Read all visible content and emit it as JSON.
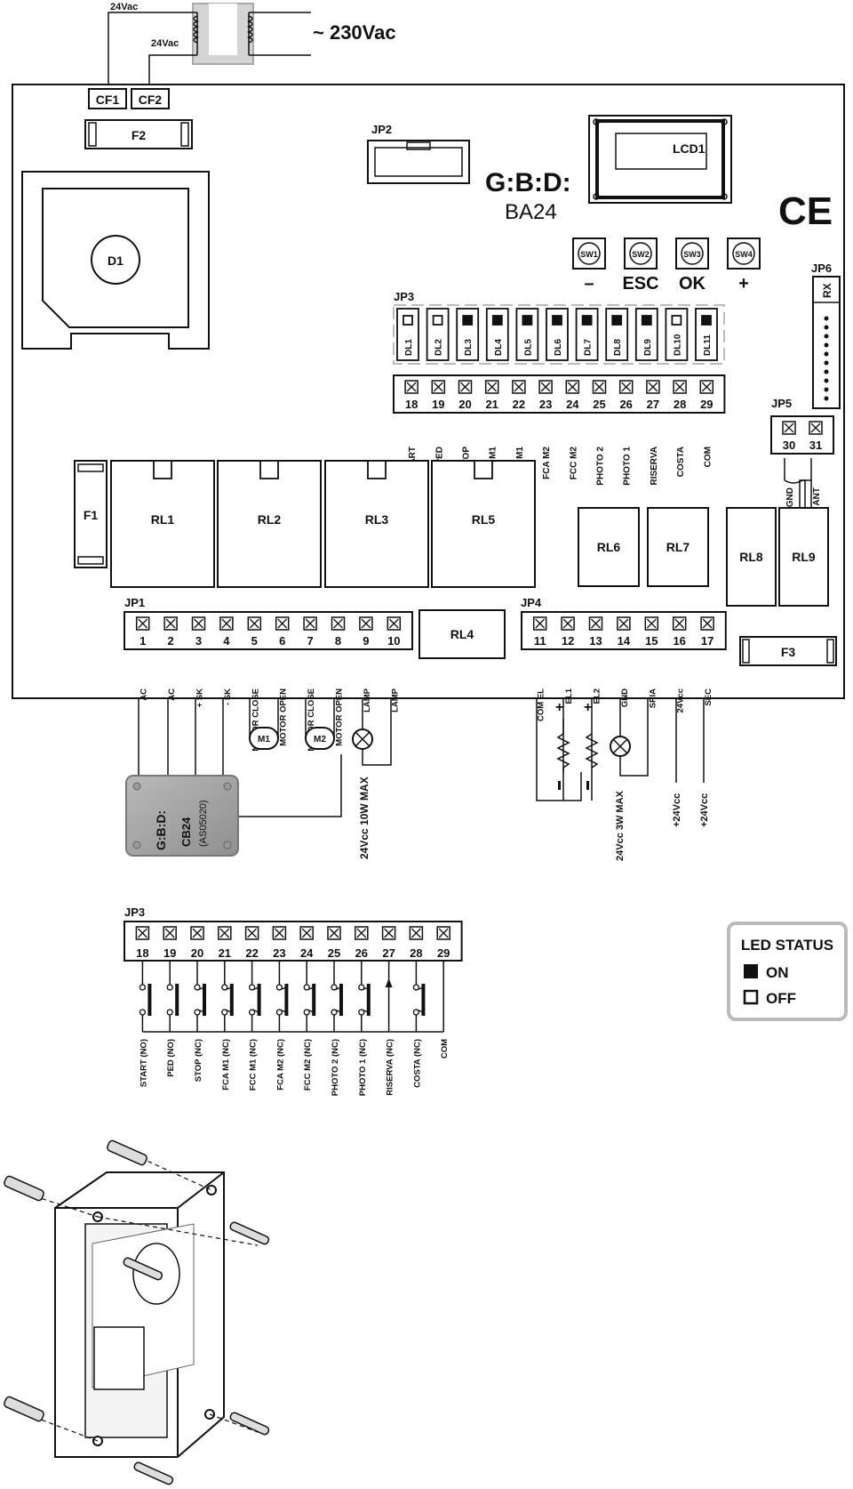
{
  "supply": {
    "label_24vac_top": "24Vac",
    "label_24vac_mid": "24Vac",
    "label_230": "~ 230Vac",
    "cf1": "CF1",
    "cf2": "CF2"
  },
  "fuses": {
    "f1": "F1",
    "f2": "F2",
    "f3": "F3"
  },
  "board": {
    "brand": "G:B:D:",
    "model": "BA24",
    "lcd": "LCD1",
    "ce": "CE",
    "d1": "D1"
  },
  "connectors": {
    "jp1": "JP1",
    "jp2": "JP2",
    "jp3": "JP3",
    "jp4": "JP4",
    "jp5": "JP5",
    "jp6": "JP6",
    "rx": "RX"
  },
  "switches": [
    {
      "id": "SW1",
      "label": "–"
    },
    {
      "id": "SW2",
      "label": "ESC"
    },
    {
      "id": "SW3",
      "label": "OK"
    },
    {
      "id": "SW4",
      "label": "+"
    }
  ],
  "leds": [
    {
      "id": "DL1",
      "on": false
    },
    {
      "id": "DL2",
      "on": false
    },
    {
      "id": "DL3",
      "on": true
    },
    {
      "id": "DL4",
      "on": true
    },
    {
      "id": "DL5",
      "on": true
    },
    {
      "id": "DL6",
      "on": true
    },
    {
      "id": "DL7",
      "on": true
    },
    {
      "id": "DL8",
      "on": true
    },
    {
      "id": "DL9",
      "on": true
    },
    {
      "id": "DL10",
      "on": false
    },
    {
      "id": "DL11",
      "on": true
    }
  ],
  "jp3_terminals": [
    {
      "num": "18",
      "label": "START"
    },
    {
      "num": "19",
      "label": "PED"
    },
    {
      "num": "20",
      "label": "STOP"
    },
    {
      "num": "21",
      "label": "FCA M1"
    },
    {
      "num": "22",
      "label": "FCC M1"
    },
    {
      "num": "23",
      "label": "FCA M2"
    },
    {
      "num": "24",
      "label": "FCC M2"
    },
    {
      "num": "25",
      "label": "PHOTO 2"
    },
    {
      "num": "26",
      "label": "PHOTO 1"
    },
    {
      "num": "27",
      "label": "RISERVA"
    },
    {
      "num": "28",
      "label": "COSTA"
    },
    {
      "num": "29",
      "label": "COM"
    }
  ],
  "jp5_terminals": [
    {
      "num": "30",
      "label": "GND"
    },
    {
      "num": "31",
      "label": "ANT"
    }
  ],
  "relays": [
    "RL1",
    "RL2",
    "RL3",
    "RL5",
    "RL6",
    "RL7",
    "RL8",
    "RL9",
    "RL4"
  ],
  "jp1_terminals": [
    {
      "num": "1",
      "label": "AC"
    },
    {
      "num": "2",
      "label": "AC"
    },
    {
      "num": "3",
      "label": "+ SK"
    },
    {
      "num": "4",
      "label": "- SK"
    },
    {
      "num": "5",
      "label": "MOTOR CLOSE"
    },
    {
      "num": "6",
      "label": "MOTOR OPEN"
    },
    {
      "num": "7",
      "label": "MOTOR CLOSE"
    },
    {
      "num": "8",
      "label": "MOTOR OPEN"
    },
    {
      "num": "9",
      "label": "LAMP"
    },
    {
      "num": "10",
      "label": "LAMP"
    }
  ],
  "jp4_terminals": [
    {
      "num": "11",
      "label": "COM EL"
    },
    {
      "num": "12",
      "label": "EL1"
    },
    {
      "num": "13",
      "label": "EL2"
    },
    {
      "num": "14",
      "label": "GND"
    },
    {
      "num": "15",
      "label": "SPIA"
    },
    {
      "num": "16",
      "label": "24Vcc"
    },
    {
      "num": "17",
      "label": "SEC"
    }
  ],
  "motors": [
    "M1",
    "M2"
  ],
  "cb24": {
    "brand": "G:B:D:",
    "name": "CB24",
    "code": "(AS05020)"
  },
  "notes": {
    "lamp": "24Vcc 10W MAX",
    "spia": "24Vcc 3W MAX",
    "plus24_a": "+24Vcc",
    "plus24_b": "+24Vcc",
    "plus": "+",
    "minus": "I"
  },
  "jp3_detail": [
    {
      "num": "18",
      "label": "START (NO)",
      "type": "NO"
    },
    {
      "num": "19",
      "label": "PED (NO)",
      "type": "NO"
    },
    {
      "num": "20",
      "label": "STOP (NC)",
      "type": "NC"
    },
    {
      "num": "21",
      "label": "FCA M1 (NC)",
      "type": "NC"
    },
    {
      "num": "22",
      "label": "FCC M1 (NC)",
      "type": "NC"
    },
    {
      "num": "23",
      "label": "FCA M2 (NC)",
      "type": "NC"
    },
    {
      "num": "24",
      "label": "FCC M2 (NC)",
      "type": "NC"
    },
    {
      "num": "25",
      "label": "PHOTO 2 (NC)",
      "type": "NC"
    },
    {
      "num": "26",
      "label": "PHOTO 1 (NC)",
      "type": "NC"
    },
    {
      "num": "27",
      "label": "RISERVA (NC)",
      "type": "ARROW"
    },
    {
      "num": "28",
      "label": "COSTA (NC)",
      "type": "NC"
    },
    {
      "num": "29",
      "label": "COM",
      "type": "COM"
    }
  ],
  "legend": {
    "title": "LED STATUS",
    "on": "ON",
    "off": "OFF"
  }
}
